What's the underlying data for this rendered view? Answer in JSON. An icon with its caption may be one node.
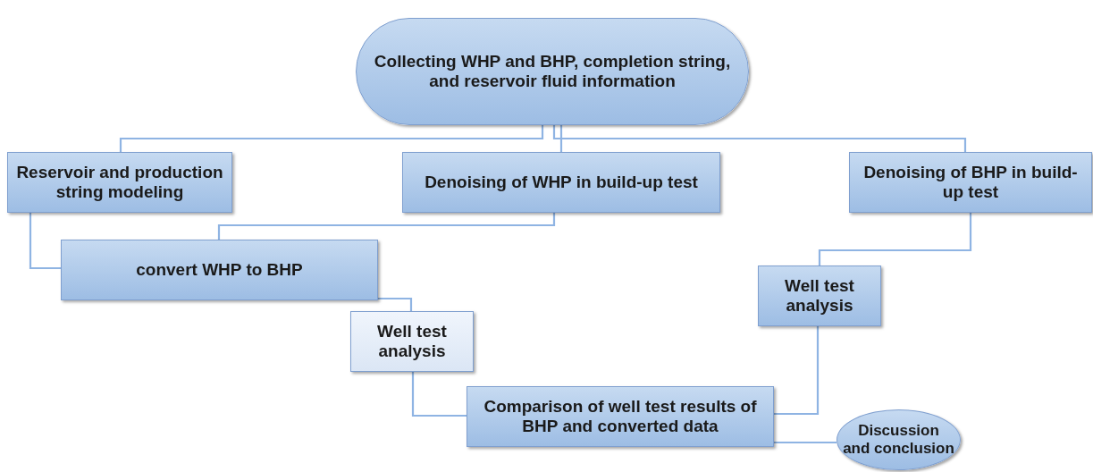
{
  "diagram": {
    "nodes": [
      {
        "text": [
          "Collecting WHP and BHP, completion string, and reservoir fluid information"
        ]
      },
      {
        "text": [
          "Reservoir and production string modeling"
        ]
      },
      {
        "text": [
          "Denoising of WHP in build-up test"
        ]
      },
      {
        "text": [
          "Denoising of BHP in build-up test"
        ]
      },
      {
        "text": [
          "convert WHP to BHP"
        ]
      },
      {
        "text": [
          "Well test analysis"
        ]
      },
      {
        "text": [
          "Well test analysis"
        ]
      },
      {
        "text": [
          "Comparison of well test results of BHP and converted data"
        ]
      },
      {
        "text": [
          "Discussion and conclusion"
        ]
      }
    ],
    "edges": [
      {
        "from": 0,
        "to": 1,
        "arrow": "none"
      },
      {
        "from": 0,
        "to": 2,
        "arrow": "none"
      },
      {
        "from": 0,
        "to": 3,
        "arrow": "none"
      },
      {
        "from": 1,
        "to": 4,
        "arrow": "none"
      },
      {
        "from": 2,
        "to": 4,
        "arrow": "none"
      },
      {
        "from": 4,
        "to": 5,
        "arrow": "none"
      },
      {
        "from": 3,
        "to": 6,
        "arrow": "none"
      },
      {
        "from": 5,
        "to": 7,
        "arrow": "none"
      },
      {
        "from": 6,
        "to": 7,
        "arrow": "none"
      },
      {
        "from": 7,
        "to": 8,
        "arrow": "none"
      }
    ]
  }
}
